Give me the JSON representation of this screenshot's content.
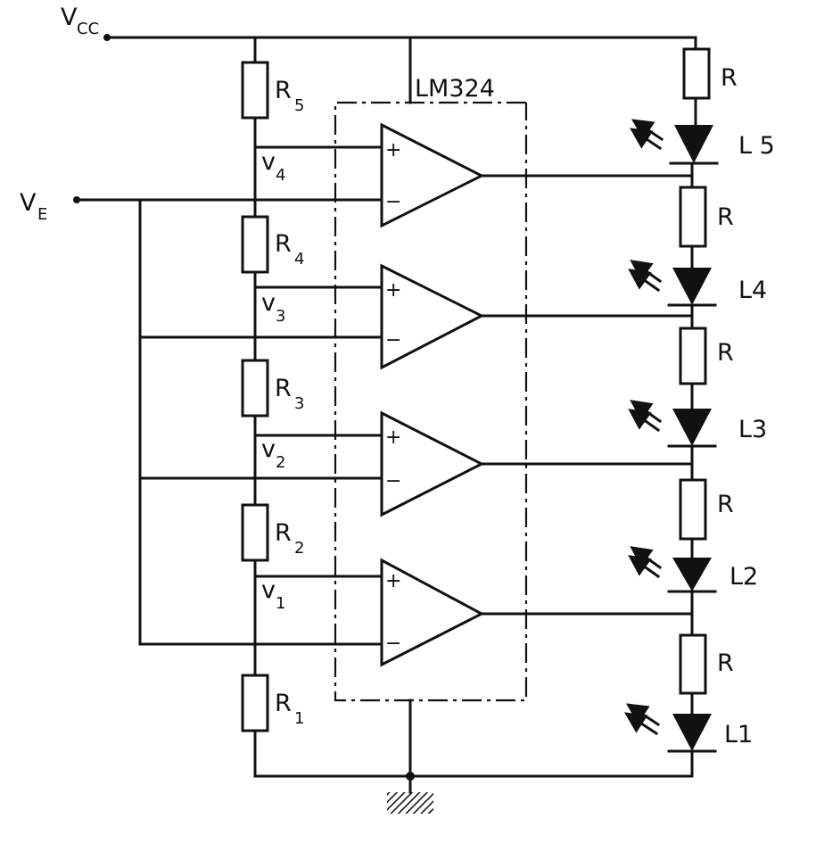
{
  "labels": {
    "vcc_main": "V",
    "vcc_sub": "CC",
    "ve_main": "V",
    "ve_sub": "E",
    "ic": "LM324",
    "res_ladder": [
      {
        "main": "R",
        "sub": "5"
      },
      {
        "main": "R",
        "sub": "4"
      },
      {
        "main": "R",
        "sub": "3"
      },
      {
        "main": "R",
        "sub": "2"
      },
      {
        "main": "R",
        "sub": "1"
      }
    ],
    "nodes": [
      {
        "main": "v",
        "sub": "4"
      },
      {
        "main": "v",
        "sub": "3"
      },
      {
        "main": "v",
        "sub": "2"
      },
      {
        "main": "v",
        "sub": "1"
      }
    ],
    "led_resistor": "R",
    "leds": [
      "L 5",
      "L4",
      "L3",
      "L2",
      "L1"
    ],
    "plus": "+",
    "minus": "−"
  }
}
